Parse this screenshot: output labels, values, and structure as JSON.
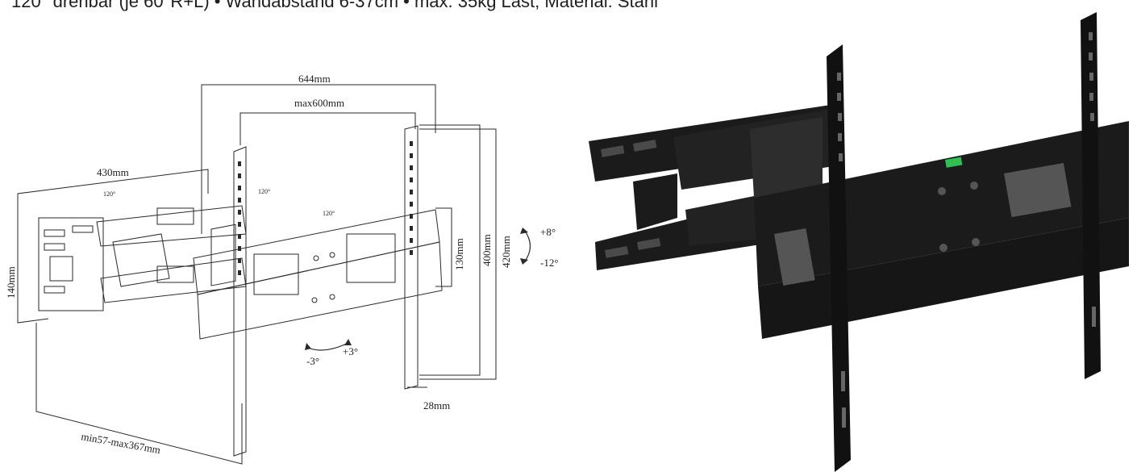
{
  "header": {
    "text": "120° drehbar (je 60°R+L) • Wandabstand 6-37cm • max. 35kg Last; Material: Stahl"
  },
  "drawing": {
    "dims": {
      "width_outer": "644mm",
      "width_max": "max600mm",
      "arm_length": "430mm",
      "wall_height": "140mm",
      "height_130": "130mm",
      "height_400": "400mm",
      "height_420": "420mm",
      "tilt_up": "+8°",
      "tilt_down": "-12°",
      "swivel_left": "-3°",
      "swivel_right": "+3°",
      "depth": "28mm",
      "distance": "min57-max367mm"
    },
    "rotations": [
      "120°",
      "120°",
      "120°"
    ]
  },
  "colors": {
    "line": "#2a2a2a",
    "metal": "#1b1b1b",
    "highlight": "#3a3a3a",
    "level": "#2fbf52"
  }
}
